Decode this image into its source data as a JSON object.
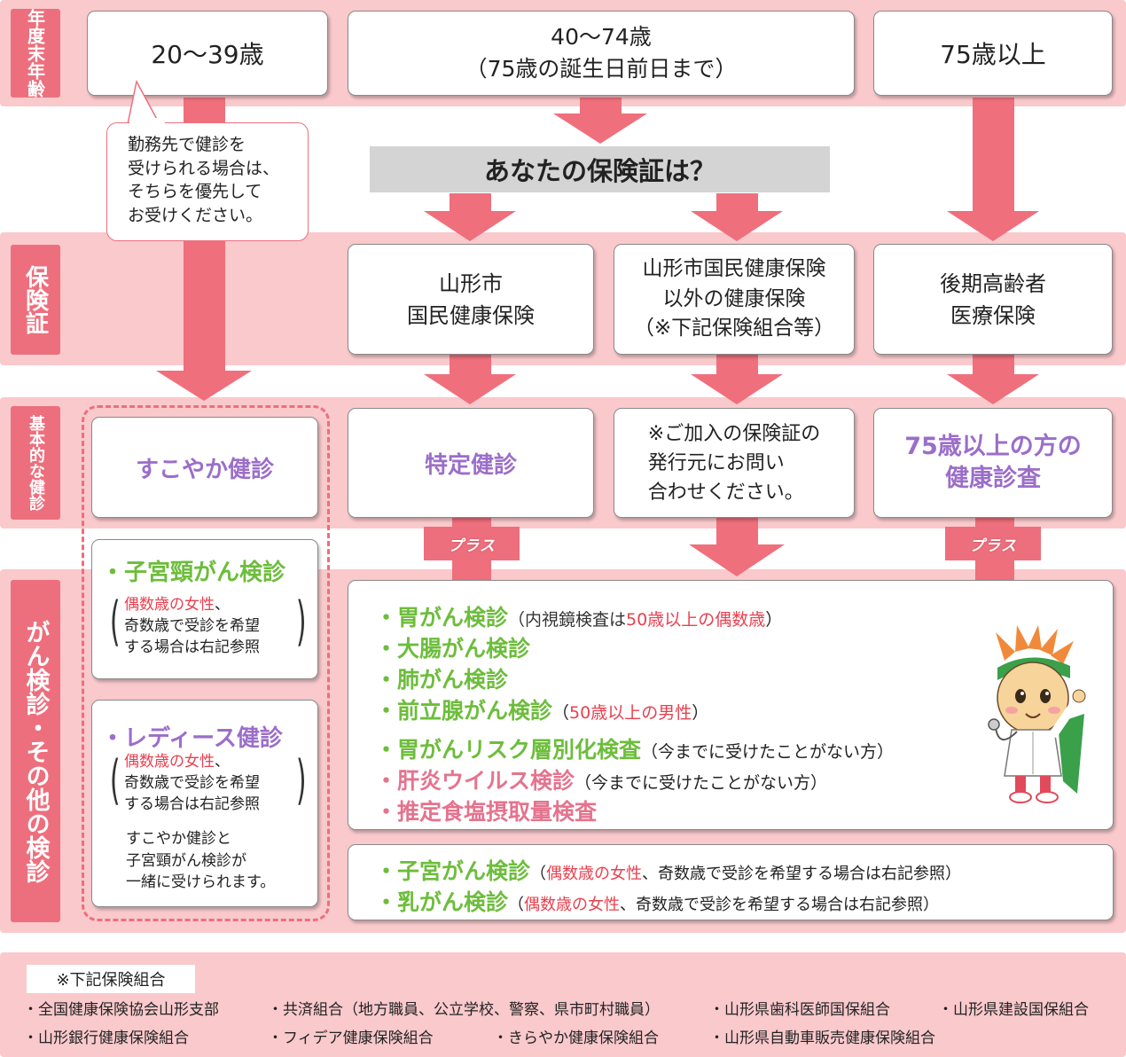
{
  "side_labels": {
    "age": "年度末年齢",
    "insurance": "保険証",
    "basic": "基本的な健診",
    "cancer": "がん検診・その他の検診"
  },
  "ages": {
    "young": "20〜39歳",
    "middle": "40〜74歳\n（75歳の誕生日前日まで）",
    "old": "75歳以上"
  },
  "callout": "勤務先で健診を\n受けられる場合は、\nそちらを優先して\nお受けください。",
  "question": "あなたの保険証は？",
  "insurance": {
    "city": "山形市\n国民健康保険",
    "other": "山形市国民健康保険\n以外の健康保険\n（※下記保険組合等）",
    "elderly": "後期高齢者\n医療保険"
  },
  "basic": {
    "sukoyaka": "すこやか健診",
    "tokutei": "特定健診",
    "inquire": "※ご加入の保険証の\n発行元にお問い\n合わせください。",
    "over75": "75歳以上の方の\n健康診査"
  },
  "plus_label": "プラス",
  "left_col": {
    "cervical_title": "・子宮頸がん検診",
    "ladies_title": "・レディース健診",
    "even_female": "偶数歳の女性",
    "odd_note_1": "、",
    "odd_note_2": "奇数歳で受診を希望",
    "odd_note_3": "する場合は右記参照",
    "combo_note": "すこやか健診と\n子宮頸がん検診が\n一緒に受けられます。"
  },
  "main_exams": {
    "stomach": "・胃がん検診",
    "stomach_note_a": "（内視鏡検査は",
    "stomach_note_b": "50歳以上の偶数歳",
    "stomach_note_c": "）",
    "colon": "・大腸がん検診",
    "lung": "・肺がん検診",
    "prostate": "・前立腺がん検診",
    "prostate_note_a": "（",
    "prostate_note_b": "50歳以上の男性",
    "prostate_note_c": "）",
    "risk": "・胃がんリスク層別化検査",
    "risk_note": "（今までに受けたことがない方）",
    "hepatitis": "・肝炎ウイルス検診",
    "hepatitis_note": "（今までに受けたことがない方）",
    "salt": "・推定食塩摂取量検査"
  },
  "women_exams": {
    "uterine": "・子宮がん検診",
    "breast": "・乳がん検診",
    "note_open": "（",
    "note_even": "偶数歳の女性",
    "note_rest": "、奇数歳で受診を希望する場合は右記参照）"
  },
  "footer": {
    "title": "※下記保険組合",
    "row1": [
      "・全国健康保険協会山形支部",
      "・共済組合（地方職員、公立学校、警察、県市町村職員）",
      "・山形県歯科医師国保組合",
      "・山形県建設国保組合"
    ],
    "row2": [
      "・山形銀行健康保険組合",
      "・フィデア健康保険組合",
      "・きらやか健康保険組合",
      "・山形県自動車販売健康保険組合"
    ]
  },
  "colors": {
    "band": "#f9c9cc",
    "label": "#ed6f7d",
    "arrow": "#ef6f7c",
    "purple": "#9b6ec9",
    "green": "#6dbd3c",
    "pink_text": "#e5738e",
    "red_text": "#e8404f"
  }
}
